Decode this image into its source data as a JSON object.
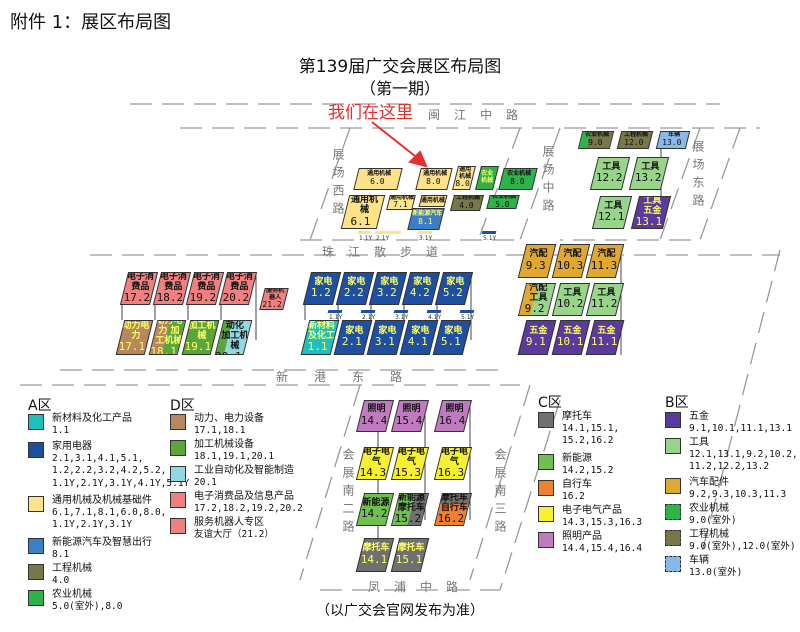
{
  "header": "附件 1：展区布局图",
  "title": "第139届广交会展区布局图",
  "subtitle": "（第一期）",
  "marker": "我们在这里",
  "footer": "（以广交会官网发布为准）",
  "roads": {
    "minjiang": "闽江中路",
    "west": "展场西路",
    "middle": "展场中路",
    "east": "展场东路",
    "zhujiang": "珠江散步道",
    "xingang": "新港东路",
    "south2": "会展南二路",
    "south3": "会展南三路",
    "fengpu": "凤浦中路"
  },
  "tiles": [
    {
      "label": "通用机械",
      "code": "6.0"
    },
    {
      "label": "通用机械",
      "code": "8.0"
    },
    {
      "label": "通用机械",
      "code": "8.0"
    },
    {
      "label": "农业机械",
      "code": ""
    },
    {
      "label": "农业机械",
      "code": "8.0"
    },
    {
      "label": "通用机械",
      "code": "6.1"
    },
    {
      "label": "通用机械",
      "code": "7.1"
    },
    {
      "label": "通用机械",
      "code": ""
    },
    {
      "label": "新能源汽车",
      "code": "8.1"
    },
    {
      "label": "工程机械",
      "code": "4.0"
    },
    {
      "label": "农业机械",
      "code": "5.0"
    },
    {
      "label": "电子消费品",
      "code": "17.2"
    },
    {
      "label": "电子消费品",
      "code": "18.2"
    },
    {
      "label": "电子消费品",
      "code": "19.2"
    },
    {
      "label": "电子消费品",
      "code": "20.2"
    },
    {
      "label": "服务机器人",
      "code": "21.2"
    },
    {
      "label": "动力电力",
      "code": "17.1"
    },
    {
      "label": "动力电力 加工机械",
      "code": "18.1"
    },
    {
      "label": "加工机械",
      "code": "19.1"
    },
    {
      "label": "工业自动化 加工机械",
      "code": "20.1"
    },
    {
      "label": "家电",
      "code": "1.2"
    },
    {
      "label": "家电",
      "code": "2.2"
    },
    {
      "label": "家电",
      "code": "3.2"
    },
    {
      "label": "家电",
      "code": "4.2"
    },
    {
      "label": "家电",
      "code": "5.2"
    },
    {
      "label": "新材料及化工",
      "code": "1.1"
    },
    {
      "label": "家电",
      "code": "2.1"
    },
    {
      "label": "家电",
      "code": "3.1"
    },
    {
      "label": "家电",
      "code": "4.1"
    },
    {
      "label": "家电",
      "code": "5.1"
    },
    {
      "label": "农业机械",
      "code": "9.0"
    },
    {
      "label": "工程机械",
      "code": "12.0"
    },
    {
      "label": "车辆",
      "code": "13.0"
    },
    {
      "label": "工具",
      "code": "12.2"
    },
    {
      "label": "工具",
      "code": "13.2"
    },
    {
      "label": "工具",
      "code": "12.1"
    },
    {
      "label": "工具 五金",
      "code": "13.1"
    },
    {
      "label": "汽配",
      "code": "9.3"
    },
    {
      "label": "汽配",
      "code": "10.3"
    },
    {
      "label": "汽配",
      "code": "11.3"
    },
    {
      "label": "汽配 工具",
      "code": "9.2"
    },
    {
      "label": "工具",
      "code": "10.2"
    },
    {
      "label": "工具",
      "code": "11.2"
    },
    {
      "label": "五金",
      "code": "9.1"
    },
    {
      "label": "五金",
      "code": "10.1"
    },
    {
      "label": "五金",
      "code": "11.1"
    },
    {
      "label": "照明",
      "code": "14.4"
    },
    {
      "label": "照明",
      "code": "15.4"
    },
    {
      "label": "照明",
      "code": "16.4"
    },
    {
      "label": "电子电气",
      "code": "14.3"
    },
    {
      "label": "电子电气",
      "code": "15.3"
    },
    {
      "label": "电子电气",
      "code": "16.3"
    },
    {
      "label": "新能源",
      "code": "14.2"
    },
    {
      "label": "新能源 摩托车",
      "code": "15.2"
    },
    {
      "label": "摩托车 自行车",
      "code": "16.2"
    },
    {
      "label": "摩托车",
      "code": "14.1"
    },
    {
      "label": "摩托车",
      "code": "15.1"
    }
  ],
  "bars": [
    "1.1Y",
    "2.1Y",
    "3.1Y",
    "5.1Y",
    "1.1Y",
    "2.1Y",
    "3.1Y",
    "4.1Y",
    "5.1Y"
  ],
  "legends": [
    {
      "title": "A区",
      "items": [
        {
          "name": "新材料及化工产品",
          "codes": "1.1",
          "color": "#1fbfbf"
        },
        {
          "name": "家用电器",
          "codes": "2.1,3.1,4.1,5.1,\n1.2,2.2,3.2,4.2,5.2,\n1.1Y,2.1Y,3.1Y,4.1Y,5.1Y",
          "color": "#1f4fa0"
        },
        {
          "name": "通用机械及机械基础件",
          "codes": "6.1,7.1,8.1,6.0,8.0,\n1.1Y,2.1Y,3.1Y",
          "color": "#fde28a"
        },
        {
          "name": "新能源汽车及智慧出行",
          "codes": "8.1",
          "color": "#3a7fc8"
        },
        {
          "name": "工程机械",
          "codes": "4.0",
          "color": "#77774a"
        },
        {
          "name": "农业机械",
          "codes": "5.0(室外),8.0",
          "color": "#2db34a"
        }
      ]
    },
    {
      "title": "D区",
      "items": [
        {
          "name": "动力、电力设备",
          "codes": "17.1,18.1",
          "color": "#b8875e"
        },
        {
          "name": "加工机械设备",
          "codes": "18.1,19.1,20.1",
          "color": "#5aa63a"
        },
        {
          "name": "工业自动化及智能制造",
          "codes": "20.1",
          "color": "#92d8e0"
        },
        {
          "name": "电子消费品及信息产品",
          "codes": "17.2,18.2,19.2,20.2",
          "color": "#f08080"
        },
        {
          "name": "服务机器人专区",
          "codes": "友谊大厅（21.2）",
          "color": "#f08080"
        }
      ]
    },
    {
      "title": "C区",
      "items": [
        {
          "name": "摩托车",
          "codes": "14.1,15.1,\n15.2,16.2",
          "color": "#707070"
        },
        {
          "name": "新能源",
          "codes": "14.2,15.2",
          "color": "#70c050"
        },
        {
          "name": "自行车",
          "codes": "16.2",
          "color": "#f08030"
        },
        {
          "name": "电子电气产品",
          "codes": "14.3,15.3,16.3",
          "color": "#f5f030"
        },
        {
          "name": "照明产品",
          "codes": "14.4,15.4,16.4",
          "color": "#c07ac0"
        }
      ]
    },
    {
      "title": "B区",
      "items": [
        {
          "name": "五金",
          "codes": "9.1,10.1,11.1,13.1",
          "color": "#5a3a9a"
        },
        {
          "name": "工具",
          "codes": "12.1,13.1,9.2,10.2,\n11.2,12.2,13.2",
          "color": "#98d48a"
        },
        {
          "name": "汽车配件",
          "codes": "9.2,9.3,10.3,11.3",
          "color": "#e0a830"
        },
        {
          "name": "农业机械",
          "codes": "9.0(室外)",
          "color": "#2db34a",
          "dashed": true
        },
        {
          "name": "工程机械",
          "codes": "9.0(室外),12.0(室外)",
          "color": "#77774a",
          "dashed": true
        },
        {
          "name": "车辆",
          "codes": "13.0(室外)",
          "color": "#8ab8e8",
          "dashed": true
        }
      ]
    }
  ]
}
